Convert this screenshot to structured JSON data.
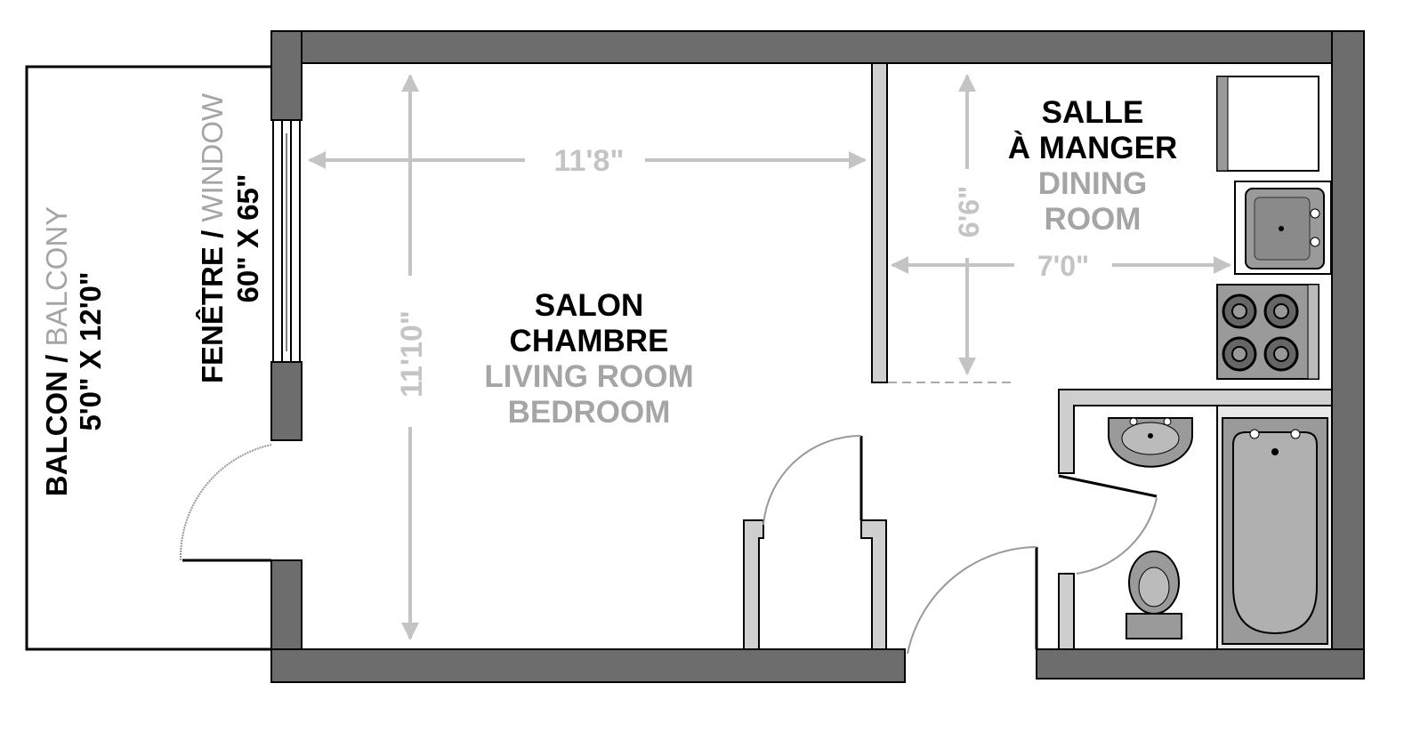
{
  "colors": {
    "wall_fill": "#6d6d6d",
    "wall_stroke": "#000000",
    "label_dark": "#000000",
    "label_light": "#a5a5a5",
    "dimension": "#c4c4c4",
    "fixture": "#9a9a9a"
  },
  "balcony": {
    "label_fr": "BALCON",
    "label_sep": " / ",
    "label_en": "BALCONY",
    "size": "5'0\" X 12'0\""
  },
  "window": {
    "label": "FENÊTRE / WINDOW",
    "size": "60\" X 65\""
  },
  "living": {
    "fr_1": "SALON",
    "fr_2": "CHAMBRE",
    "en_1": "LIVING ROOM",
    "en_2": "BEDROOM",
    "width": "11'8\"",
    "length": "11'10\""
  },
  "dining": {
    "fr_1": "SALLE",
    "fr_2": "À MANGER",
    "en_1": "DINING",
    "en_2": "ROOM",
    "width": "7'0\"",
    "length": "6'6\""
  },
  "fixtures": {
    "kitchen": [
      "fridge-icon",
      "sink-icon",
      "stove-icon"
    ],
    "bathroom": [
      "washbasin-icon",
      "toilet-icon",
      "bathtub-icon"
    ]
  }
}
